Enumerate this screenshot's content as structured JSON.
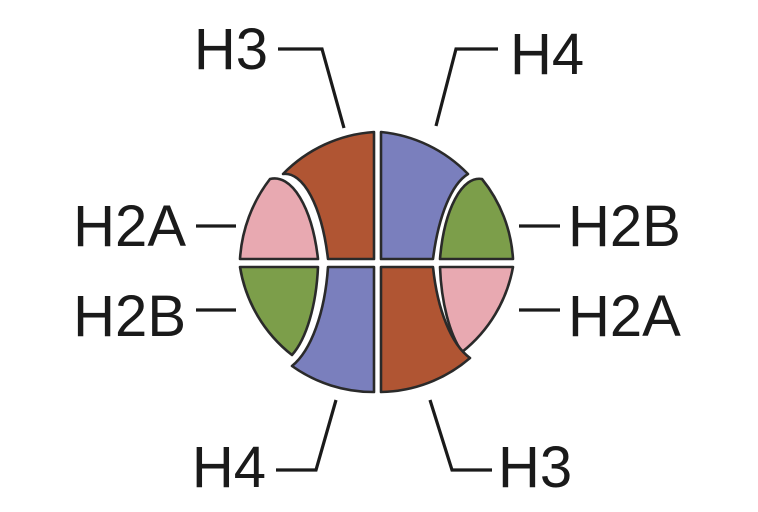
{
  "colors": {
    "H3": "#b05533",
    "H4": "#7a7fbd",
    "H2A": "#e8a9b1",
    "H2B": "#7c9e4a"
  },
  "labels": {
    "top_left": "H3",
    "top_right": "H4",
    "upper_left": "H2A",
    "upper_right": "H2B",
    "lower_left": "H2B",
    "lower_right": "H2A",
    "bottom_left": "H4",
    "bottom_right": "H3"
  }
}
